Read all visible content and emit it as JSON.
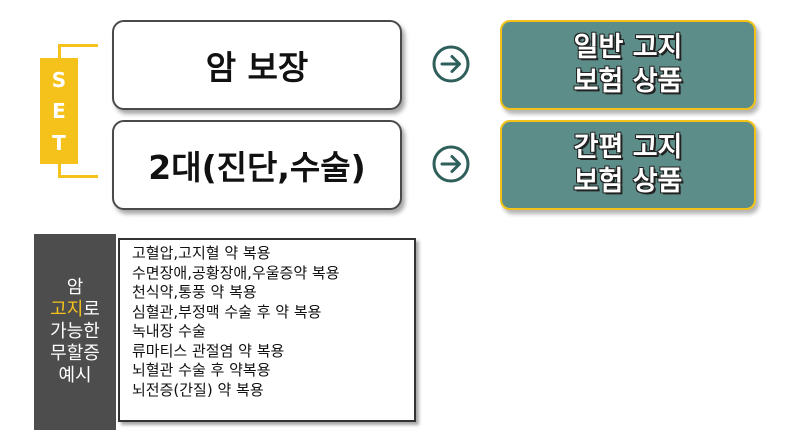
{
  "set_badge": {
    "letters": [
      "S",
      "E",
      "T"
    ]
  },
  "coverages": [
    {
      "label": "암 보장"
    },
    {
      "label": "2대(진단,수술)"
    }
  ],
  "arrows": [
    {
      "icon": "arrow-right-circle-icon"
    },
    {
      "icon": "arrow-right-circle-icon"
    }
  ],
  "products": [
    {
      "line1": "일반 고지",
      "line2": "보험 상품"
    },
    {
      "line1": "간편 고지",
      "line2": "보험 상품"
    }
  ],
  "side_label": {
    "line1": "암",
    "line2_highlight": "고지",
    "line2_rest": "로",
    "line3": "가능한",
    "line4": "무할증",
    "line5": "예시"
  },
  "examples": [
    "고혈압,고지혈 약 복용",
    "수면장애,공황장애,우울증약 복용",
    "천식약,통풍 약 복용",
    "심혈관,부정맥 수술 후 약 복용",
    "녹내장 수술",
    "류마티스 관절염 약 복용",
    "뇌혈관 수술 후 약복용",
    "뇌전증(간질) 약 복용"
  ],
  "colors": {
    "accent_yellow": "#f4c21b",
    "product_teal": "#5c8d89",
    "arrow_teal": "#2f5f5a",
    "label_gray": "#4d4d4d"
  }
}
